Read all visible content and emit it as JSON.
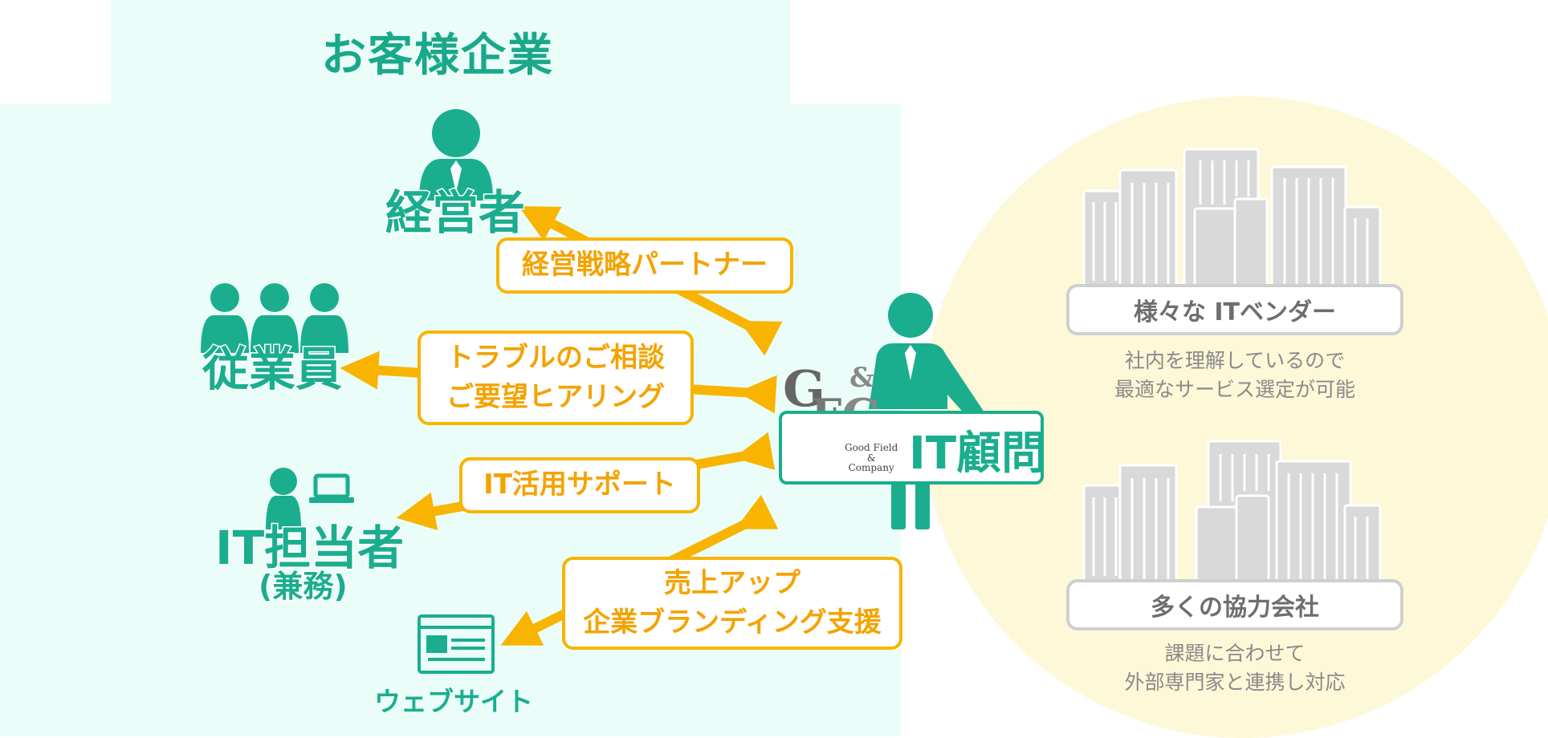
{
  "header": {
    "title": "お客様企業"
  },
  "roles": {
    "executive": "経営者",
    "employees": "従業員",
    "it_staff": "IT担当者",
    "it_staff_note": "(兼務)",
    "website": "ウェブサイト"
  },
  "pills": {
    "strategy": "経営戦略パートナー",
    "consult": "トラブルのご相談\nご要望ヒアリング",
    "support": "IT活用サポート",
    "sales": "売上アップ\n企業ブランディング支援"
  },
  "advisor": {
    "label": "IT顧問",
    "logo_letters": "GF&C",
    "logo_sub": "Good Field\n&\nCompany"
  },
  "vendors": {
    "box1": {
      "label": "様々な ITベンダー",
      "desc": "社内を理解しているので\n最適なサービス選定が可能"
    },
    "box2": {
      "label": "多くの協力会社",
      "desc": "課題に合わせて\n外部専門家と連携し対応"
    }
  },
  "colors": {
    "teal": "#1aae8f",
    "orange": "#f8b400",
    "mint_bg": "#eafdf9",
    "circle_bg": "#fdf8d8",
    "gray": "#cfcfcf"
  }
}
